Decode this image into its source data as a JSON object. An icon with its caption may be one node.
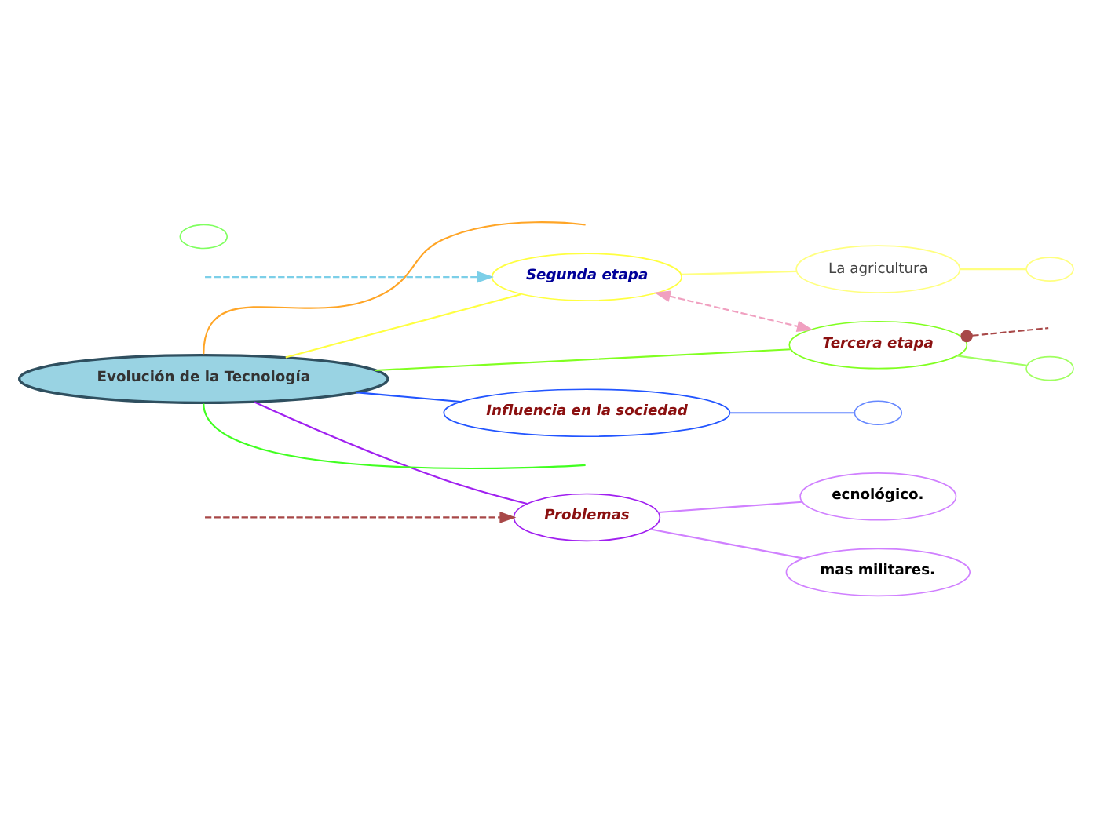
{
  "diagram": {
    "nodes": [
      {
        "text": [
          "Evolución de la Tecnología"
        ]
      },
      {
        "text": [
          "Segunda etapa"
        ]
      },
      {
        "text": [
          "La agricultura"
        ]
      },
      {
        "text": [
          "Tercera etapa"
        ]
      },
      {
        "text": [
          "Influencia en la sociedad"
        ]
      },
      {
        "text": [
          "Problemas"
        ]
      },
      {
        "text": [
          "mas militares."
        ]
      },
      {
        "text": [
          "ecnológico."
        ]
      },
      {
        "text": [],
        "shape": "ellipse"
      },
      {
        "text": [],
        "shape": "ellipse"
      },
      {
        "text": [],
        "shape": "ellipse"
      },
      {
        "text": [],
        "shape": "ellipse"
      }
    ],
    "edges": [
      {
        "from": 0,
        "to": null,
        "arrow": "none",
        "color": "#ffa526"
      },
      {
        "from": 0,
        "to": 1,
        "arrow": "none",
        "color": "#ffff40"
      },
      {
        "from": 0,
        "to": 4,
        "arrow": "none",
        "color": "#2255ff"
      },
      {
        "from": 0,
        "to": 3,
        "arrow": "none",
        "color": "#80ff20"
      },
      {
        "from": 0,
        "to": 5,
        "arrow": "none",
        "color": "#a020f0"
      },
      {
        "from": 0,
        "to": null,
        "arrow": "none",
        "color": "#40ff20"
      },
      {
        "from": 1,
        "to": 2,
        "arrow": "none",
        "color": "#ffff80"
      },
      {
        "from": 2,
        "to": 9,
        "arrow": "none",
        "color": "#ffff80"
      },
      {
        "from": 3,
        "to": 10,
        "arrow": "none",
        "color": "#a0ff60"
      },
      {
        "from": 4,
        "to": 8,
        "arrow": "none",
        "color": "#6688ff"
      },
      {
        "from": 5,
        "to": 6,
        "arrow": "none",
        "color": "#d080ff"
      },
      {
        "from": 5,
        "to": 7,
        "arrow": "none",
        "color": "#d080ff"
      },
      {
        "from": null,
        "to": 1,
        "arrow": "to",
        "style": "dashed",
        "color": "#7ccfe8"
      },
      {
        "from": 1,
        "to": 3,
        "arrow": "both",
        "style": "dashed",
        "color": "#f0a0c0"
      },
      {
        "from": null,
        "to": 5,
        "arrow": "to",
        "style": "dashed",
        "color": "#a84848"
      },
      {
        "from": 3,
        "to": null,
        "arrow": "other",
        "style": "dashed",
        "color": "#a84848"
      }
    ]
  }
}
